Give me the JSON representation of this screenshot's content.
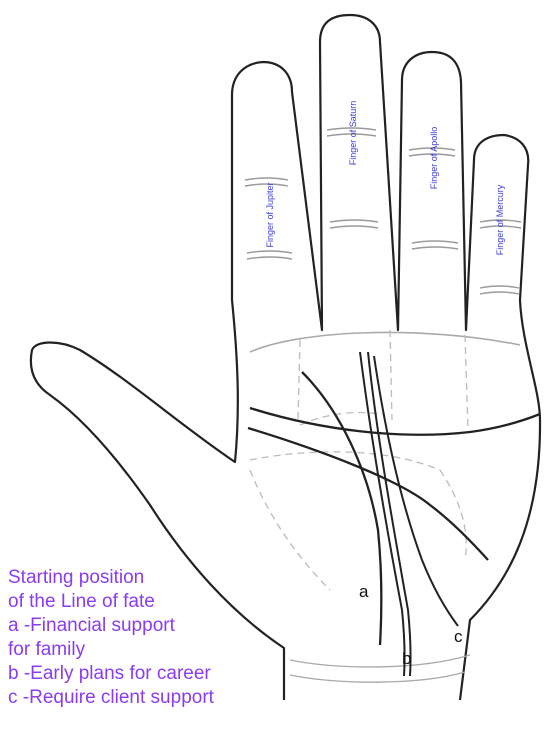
{
  "fingers": {
    "jupiter": "Finger of Jupiter",
    "saturn": "Finger of Saturn",
    "apollo": "Finger of Apollo",
    "mercury": "Finger of Mercury"
  },
  "line_letters": {
    "a": "a",
    "b": "b",
    "c": "c"
  },
  "caption": {
    "line1": "Starting position",
    "line2": "of the Line of fate",
    "line3": "a -Financial support",
    "line4": "for family",
    "line5": "b -Early plans for career",
    "line6": "c -Require client support"
  },
  "colors": {
    "label_text": "#3b3bd6",
    "caption_text": "#8a3cf0",
    "outline": "#222222",
    "guide": "#bbbbbb"
  }
}
